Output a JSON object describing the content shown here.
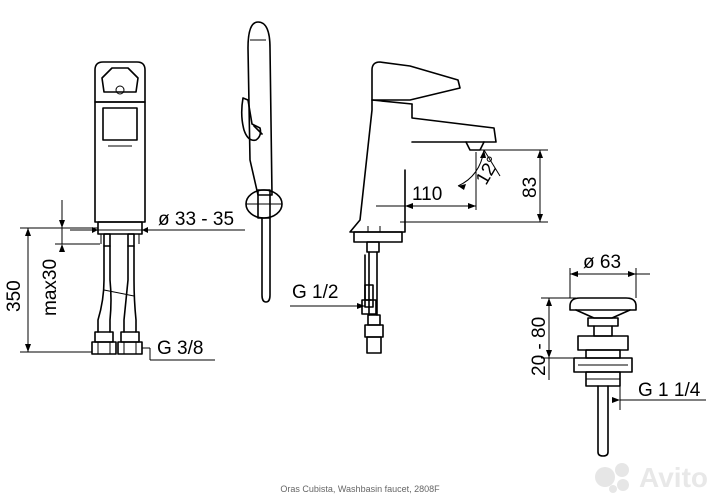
{
  "dimensions": {
    "diameter_left": "ø 33 - 35",
    "height_total": "350",
    "max_depth": "max30",
    "thread_left": "G 3/8",
    "thread_middle": "G 1/2",
    "reach": "110",
    "height_spout": "83",
    "angle": "12°",
    "diameter_drain": "ø 63",
    "range_drain": "20 - 80",
    "thread_drain": "G 1 1/4"
  },
  "caption": "Oras Cubista, Washbasin faucet, 2808F",
  "watermark": {
    "text": "Avito",
    "colors": [
      "#e6e6e6",
      "#ececec"
    ]
  }
}
